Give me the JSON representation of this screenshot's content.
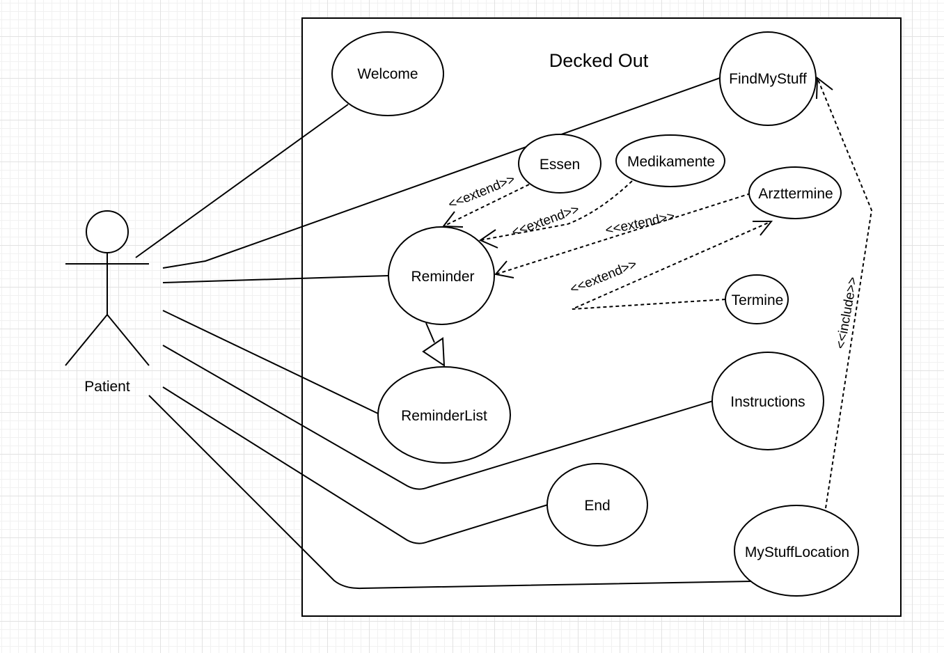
{
  "system": {
    "title": "Decked Out"
  },
  "actor": {
    "label": "Patient"
  },
  "use_cases": {
    "welcome": "Welcome",
    "findmystuff": "FindMyStuff",
    "essen": "Essen",
    "medikamente": "Medikamente",
    "arzttermine": "Arzttermine",
    "reminder": "Reminder",
    "termine": "Termine",
    "reminderlist": "ReminderList",
    "instructions": "Instructions",
    "end": "End",
    "mystufflocation": "MyStuffLocation"
  },
  "stereotypes": {
    "extend_essen": "<<extend>>",
    "extend_medikamente": "<<extend>>",
    "extend_arzttermine": "<<extend>>",
    "extend_termine": "<<extend>>",
    "include_mystufflocation": "<<include>>"
  },
  "colors": {
    "stroke": "#000000",
    "background": "#ffffff",
    "grid": "#e2e2e2"
  }
}
